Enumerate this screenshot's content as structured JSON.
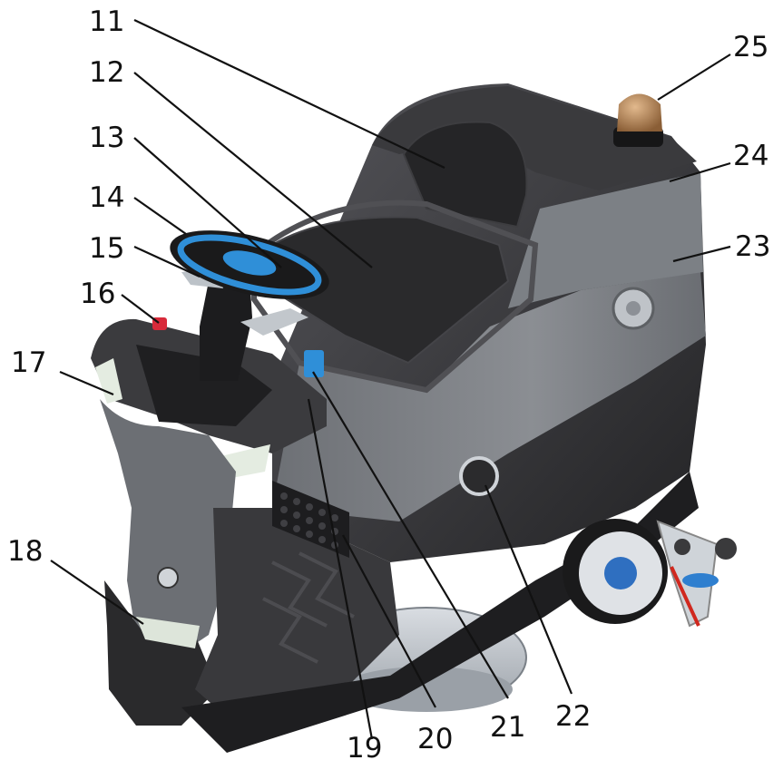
{
  "callouts": [
    {
      "id": "11",
      "text": "11"
    },
    {
      "id": "12",
      "text": "12"
    },
    {
      "id": "13",
      "text": "13"
    },
    {
      "id": "14",
      "text": "14"
    },
    {
      "id": "15",
      "text": "15"
    },
    {
      "id": "16",
      "text": "16"
    },
    {
      "id": "17",
      "text": "17"
    },
    {
      "id": "18",
      "text": "18"
    },
    {
      "id": "19",
      "text": "19"
    },
    {
      "id": "20",
      "text": "20"
    },
    {
      "id": "21",
      "text": "21"
    },
    {
      "id": "22",
      "text": "22"
    },
    {
      "id": "23",
      "text": "23"
    },
    {
      "id": "24",
      "text": "24"
    },
    {
      "id": "25",
      "text": "25"
    }
  ],
  "colors": {
    "body_dark": "#2b2b2d",
    "body_mid": "#4a4a4d",
    "panel_grey": "#7c7f84",
    "accent_blue": "#2f8fd8",
    "beacon_amber": "#b9875a",
    "light_white": "#e9efe6"
  }
}
